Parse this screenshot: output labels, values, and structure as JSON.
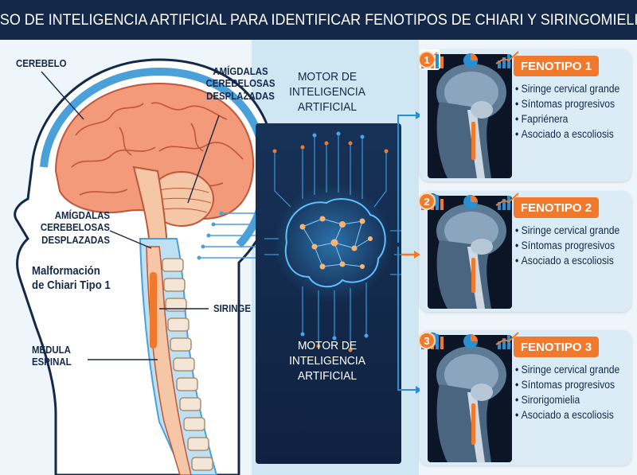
{
  "header": {
    "title": "USO DE INTELIGENCIA ARTIFICIAL PARA IDENTIFICAR FENOTIPOS DE CHIARI Y SIRINGOMIELIA"
  },
  "anatomy": {
    "cerebelo": "CEREBELO",
    "amigdalas_top": [
      "AMÍGDALAS",
      "CEREBELOSAS",
      "DESPLAZADAS"
    ],
    "amigdalas_left": [
      "AMÍGDALAS",
      "CEREBELOSAS",
      "DESPLAZADAS"
    ],
    "malformacion": [
      "Malformación",
      "de Chiari Tipo 1"
    ],
    "siringe": "SIRINGE",
    "medula": [
      "MÉDULA",
      "ESPINAL"
    ]
  },
  "motor": {
    "top": [
      "MOTOR DE",
      "INTELIGENCIA",
      "ARTIFICIAL"
    ],
    "bottom": [
      "MOTOR DE",
      "INTELIGENCIA",
      "ARTIFICIAL"
    ]
  },
  "phenotypes": [
    {
      "number": "1",
      "title": "FENOTIPO 1",
      "icon": "chart-icon",
      "traits": [
        "Siringe cervical grande",
        "Síntomas progresivos",
        "Fapriénera",
        "Asociado a escoliosis"
      ]
    },
    {
      "number": "2",
      "title": "FENOTIPO 2",
      "icon": "brain-icon",
      "traits": [
        "Siringe cervical grande",
        "Síntomas progresivos",
        "Asociado a escoliosis"
      ]
    },
    {
      "number": "3",
      "title": "FENOTIPO 3",
      "icon": "brain-icon",
      "traits": [
        "Siringe cervical grande",
        "Síntomas progresivos",
        "Sirorigomielia",
        "Asociado a escoliosis"
      ]
    }
  ],
  "colors": {
    "navy": "#14294a",
    "accent": "#f0792c",
    "card": "#dcecf6",
    "panel": "#13294a"
  }
}
